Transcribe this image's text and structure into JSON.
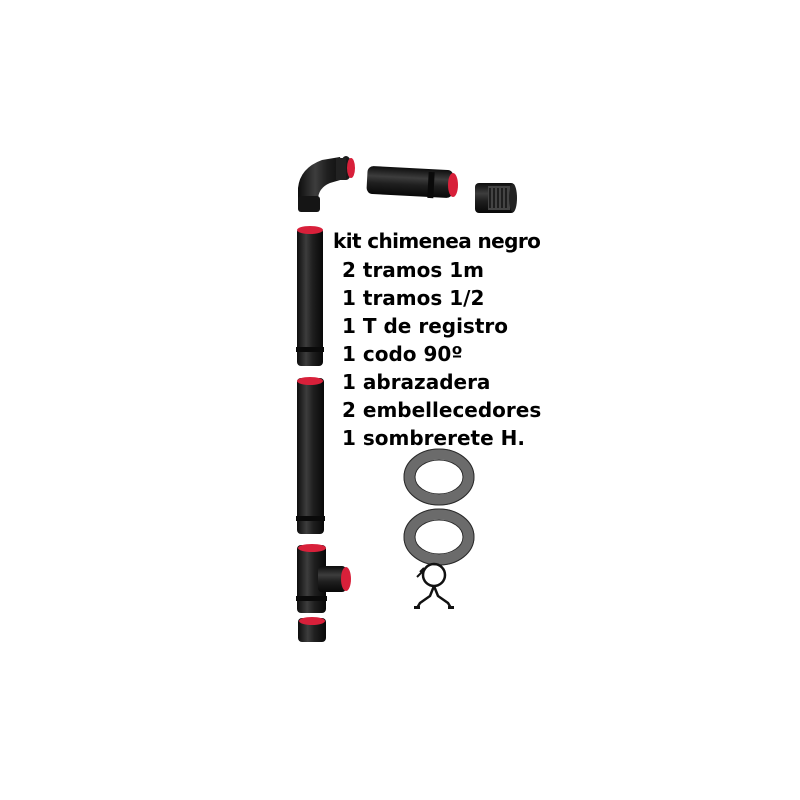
{
  "kit": {
    "title": "kit chimenea negro",
    "items": [
      "2 tramos 1m",
      "1 tramos 1/2",
      "1 T de registro",
      "1 codo 90º",
      "1 abrazadera",
      "2 embellecedores",
      "1 sombrerete H."
    ]
  },
  "colors": {
    "pipe": "#1b1b1b",
    "pipe_highlight": "#4a4a4a",
    "socket_red": "#d8203a",
    "ring_gray": "#6b6b6b"
  },
  "parts": {
    "icons": [
      "elbow-90-icon",
      "pipe-half-meter-icon",
      "cap-h-icon",
      "pipe-1m-icon",
      "tee-register-icon",
      "coupling-icon",
      "trim-ring-icon",
      "clamp-icon"
    ]
  }
}
